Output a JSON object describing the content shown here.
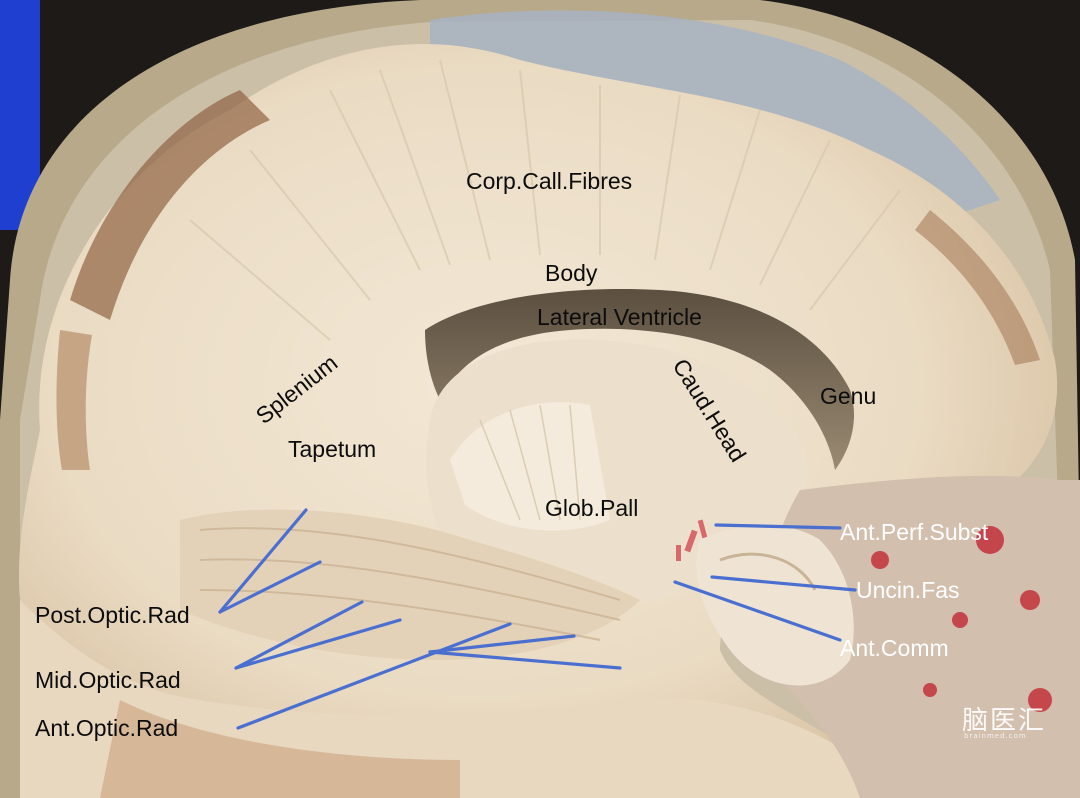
{
  "labels": {
    "corp_call_fibres": "Corp.Call.Fibres",
    "body": "Body",
    "lateral_ventricle": "Lateral Ventricle",
    "splenium": "Splenium",
    "tapetum": "Tapetum",
    "caud_head": "Caud.Head",
    "genu": "Genu",
    "glob_pall": "Glob.Pall",
    "ant_perf_subst": "Ant.Perf.Subst",
    "uncin_fas": "Uncin.Fas",
    "ant_comm": "Ant.Comm",
    "post_optic_rad": "Post.Optic.Rad",
    "mid_optic_rad": "Mid.Optic.Rad",
    "ant_optic_rad": "Ant.Optic.Rad"
  },
  "watermark": {
    "brand": "脑医汇",
    "url": "brainmed.com"
  },
  "colors": {
    "leader_line": "#4a6fd0",
    "white_matter": "#efe3d0",
    "background": "#1d1a17"
  }
}
